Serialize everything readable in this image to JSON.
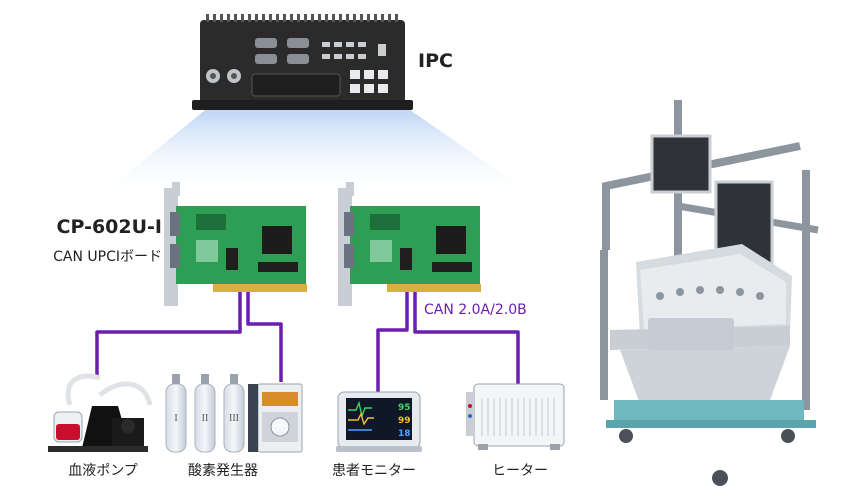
{
  "ipc": {
    "label": "IPC"
  },
  "card": {
    "model": "CP-602U-I",
    "description": "CAN UPCIボード"
  },
  "bus": {
    "label": "CAN 2.0A/2.0B"
  },
  "devices": [
    {
      "label": "血液ポンプ"
    },
    {
      "label": "酸素発生器"
    },
    {
      "label": "患者モニター"
    },
    {
      "label": "ヒーター"
    }
  ],
  "monitor_readouts": [
    "95",
    "99",
    "18"
  ],
  "oxygen_cylinders": [
    "I",
    "II",
    "III"
  ],
  "colors": {
    "can_line": "#6a1fb0",
    "pcb": "#2e9e55",
    "ipc_body": "#2b2b2b",
    "light_beam": "#cfe0f7"
  }
}
